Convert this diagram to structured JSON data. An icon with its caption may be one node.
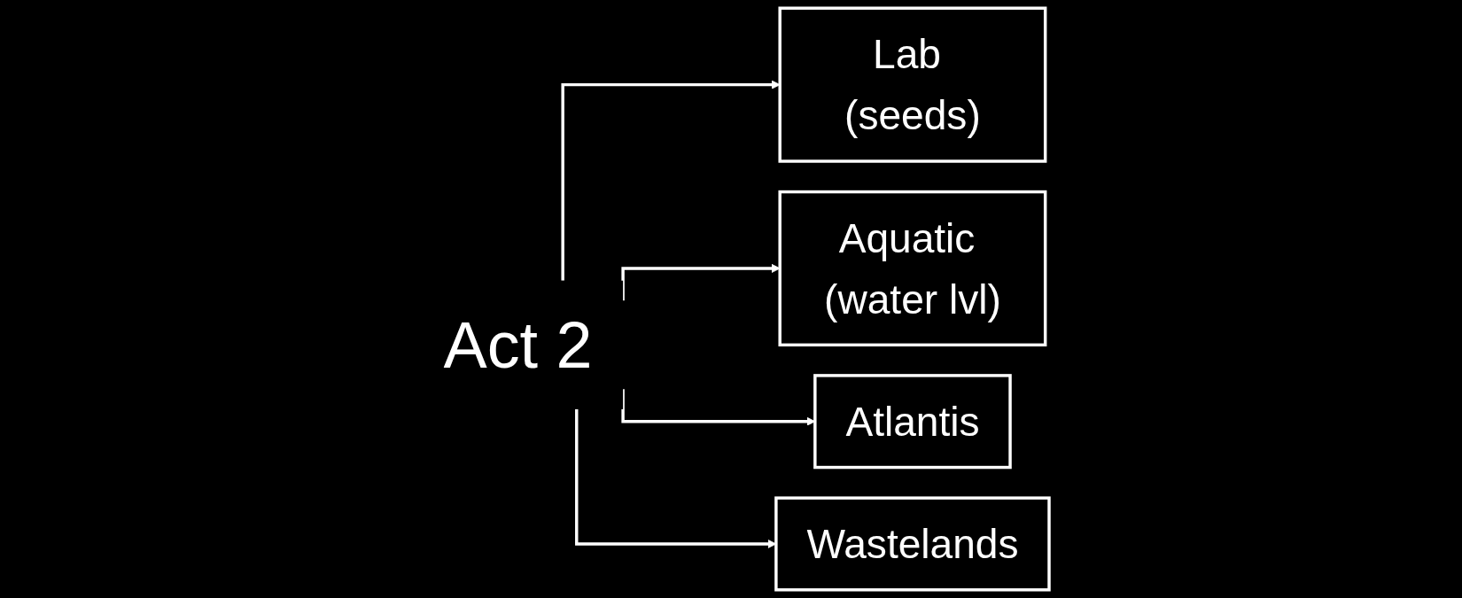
{
  "diagram": {
    "nodes": [
      {
        "text": [
          "Act 2"
        ]
      },
      {
        "text": [
          "Lab (seeds)"
        ]
      },
      {
        "text": [
          "Aquatic (water lvl)"
        ]
      },
      {
        "text": [
          "Atlantis"
        ]
      },
      {
        "text": [
          "Wastelands"
        ]
      }
    ],
    "edges": [
      {
        "from": 0,
        "to": 1,
        "arrow": "to"
      },
      {
        "from": 0,
        "to": 2,
        "arrow": "to"
      },
      {
        "from": 0,
        "to": 3,
        "arrow": "to"
      },
      {
        "from": 0,
        "to": 4,
        "arrow": "to"
      }
    ]
  }
}
